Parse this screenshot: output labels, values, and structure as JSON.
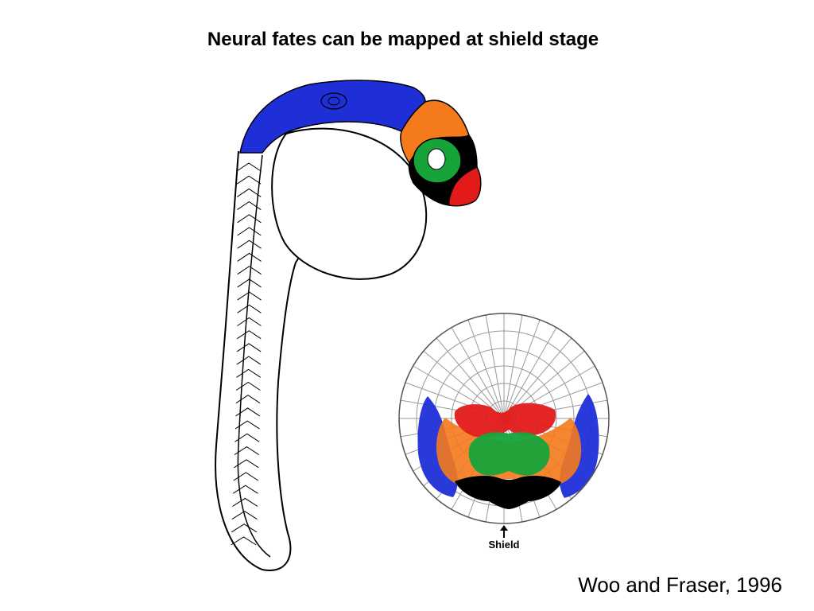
{
  "slide": {
    "title": "Neural fates can be mapped at shield stage",
    "citation": "Woo and Fraser, 1996",
    "shield_label": "Shield"
  },
  "embryo": {
    "regions": [
      {
        "name": "dorsal-hindbrain-spinal-region",
        "color": "#1f2fd8"
      },
      {
        "name": "midbrain-region",
        "color": "#f47a1c"
      },
      {
        "name": "eye-region",
        "color": "#16a33a"
      },
      {
        "name": "ventral-forebrain-region",
        "color": "#000000"
      },
      {
        "name": "anterior-forebrain-region",
        "color": "#e31a1a"
      }
    ]
  },
  "fate_map": {
    "colors": {
      "blue": "#1f2fd8",
      "orange": "#f47a1c",
      "green": "#16a33a",
      "black": "#000000",
      "red": "#e31a1a"
    }
  }
}
